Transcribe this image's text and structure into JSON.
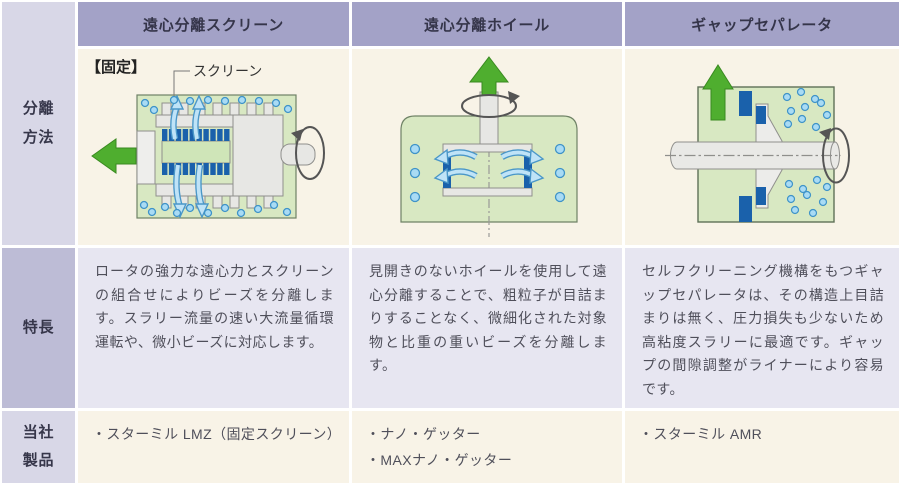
{
  "table": {
    "headers": [
      {
        "label": "遠心分離スクリーン"
      },
      {
        "label": "遠心分離ホイール"
      },
      {
        "label": "ギャップセパレータ"
      }
    ],
    "row_labels": {
      "method": "分離\n方法",
      "features": "特長",
      "products": "当社\n製品"
    },
    "features": [
      "ロータの強力な遠心力とスクリーンの組合せによりビーズを分離します。スラリー流量の速い大流量循環運転や、微小ビーズに対応します。",
      "見開きのないホイールを使用して遠心分離することで、粗粒子が目詰まりすることなく、微細化された対象物と比重の重いビーズを分離します。",
      "セルフクリーニング機構をもつギャップセパレータは、その構造上目詰まりは無く、圧力損失も少ないため高粘度スラリーに最適です。ギャップの間隙調整がライナーにより容易です。"
    ],
    "products": [
      {
        "lines": [
          "・スターミル LMZ（固定スクリーン）"
        ]
      },
      {
        "lines": [
          "・ナノ・ゲッター",
          "・MAXナノ・ゲッター"
        ]
      },
      {
        "lines": [
          "・スターミル AMR"
        ]
      }
    ]
  },
  "diagrams": {
    "screen": {
      "fixed_label": "【固定】",
      "screen_label": "スクリーン"
    }
  },
  "colors": {
    "header_bg": "#a3a2c7",
    "label_light_bg": "#d8d7e7",
    "label_dark_bg": "#bdbcd6",
    "feature_bg": "#e7e6f1",
    "cream_bg": "#f8f3e7",
    "diagram_green": "#d8e8c2",
    "part_grey": "#e7e7e4",
    "screen_blue": "#1a61ab",
    "bead_blue": "#a9dbf4",
    "flow_green": "#4fae2f"
  }
}
